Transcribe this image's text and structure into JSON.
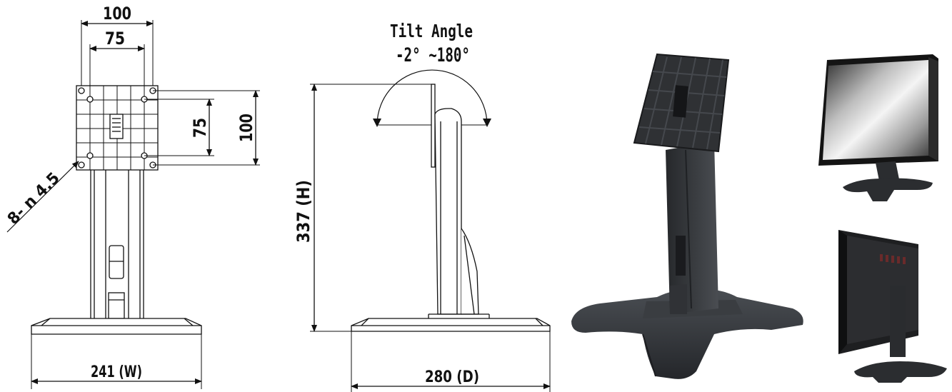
{
  "front_view": {
    "width_top": "100",
    "width_inner": "75",
    "height_inner": "75",
    "height_outer": "100",
    "hole_spec": "8- n 4.5",
    "base_width": "241 (W)"
  },
  "side_view": {
    "tilt_title": "Tilt Angle",
    "tilt_range": "-2° ~180°",
    "height": "337 (H)",
    "depth": "280 (D)"
  },
  "colors": {
    "line": "#111111",
    "stand_dark": "#2b2d30",
    "stand_mid": "#3c3f43",
    "stand_light": "#55595e"
  }
}
